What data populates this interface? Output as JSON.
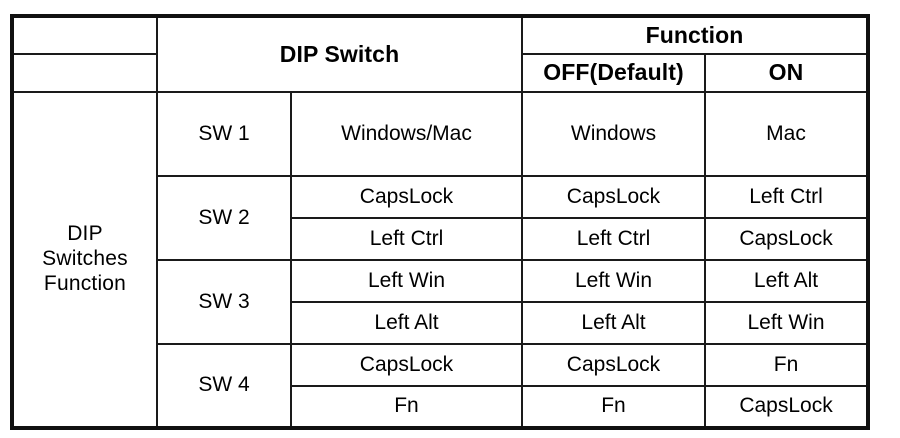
{
  "table": {
    "row_group_label": "DIP\nSwitches\nFunction",
    "row_group_label_lines": [
      "DIP",
      "Switches",
      "Function"
    ],
    "headers": {
      "dip_switch": "DIP Switch",
      "function": "Function",
      "off": "OFF(Default)",
      "on": "ON"
    },
    "switches": [
      {
        "name": "SW 1",
        "rows": [
          {
            "description": "Windows/Mac",
            "off": "Windows",
            "on": "Mac"
          }
        ]
      },
      {
        "name": "SW 2",
        "rows": [
          {
            "description": "CapsLock",
            "off": "CapsLock",
            "on": "Left Ctrl"
          },
          {
            "description": "Left Ctrl",
            "off": "Left Ctrl",
            "on": "CapsLock"
          }
        ]
      },
      {
        "name": "SW 3",
        "rows": [
          {
            "description": "Left Win",
            "off": "Left Win",
            "on": "Left Alt"
          },
          {
            "description": "Left Alt",
            "off": "Left Alt",
            "on": "Left Win"
          }
        ]
      },
      {
        "name": "SW 4",
        "rows": [
          {
            "description": "CapsLock",
            "off": "CapsLock",
            "on": "Fn"
          },
          {
            "description": "Fn",
            "off": "Fn",
            "on": "CapsLock"
          }
        ]
      }
    ]
  },
  "colors": {
    "background": "#ffffff",
    "text": "#000000",
    "border_outer": "#111111",
    "border_inner": "#1a1a1a"
  }
}
